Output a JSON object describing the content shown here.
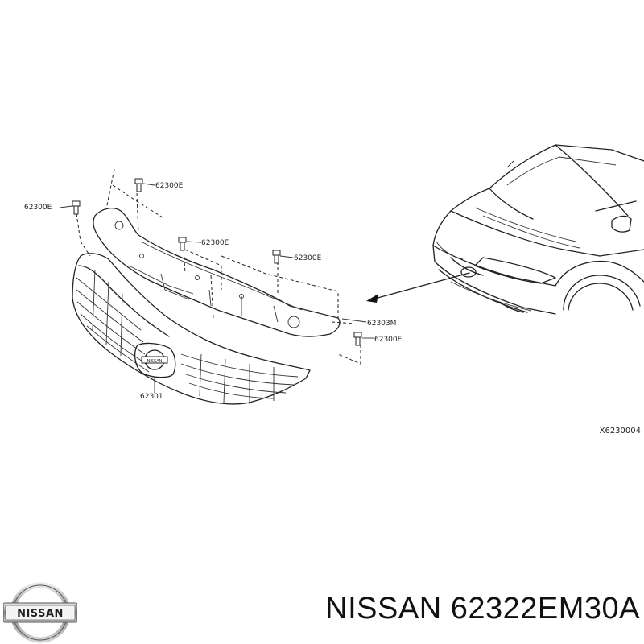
{
  "diagram": {
    "callouts": {
      "clip_top": "62300E",
      "clip_left": "62300E",
      "clip_mid": "62300E",
      "clip_right": "62300E",
      "bracket": "62303M",
      "clip_bottom": "62300E",
      "grille": "62301"
    },
    "reference_code": "X6230004",
    "grille_emblem_text": "NISSAN"
  },
  "footer": {
    "logo_text": "NISSAN",
    "part_title": "NISSAN 62322EM30A"
  }
}
